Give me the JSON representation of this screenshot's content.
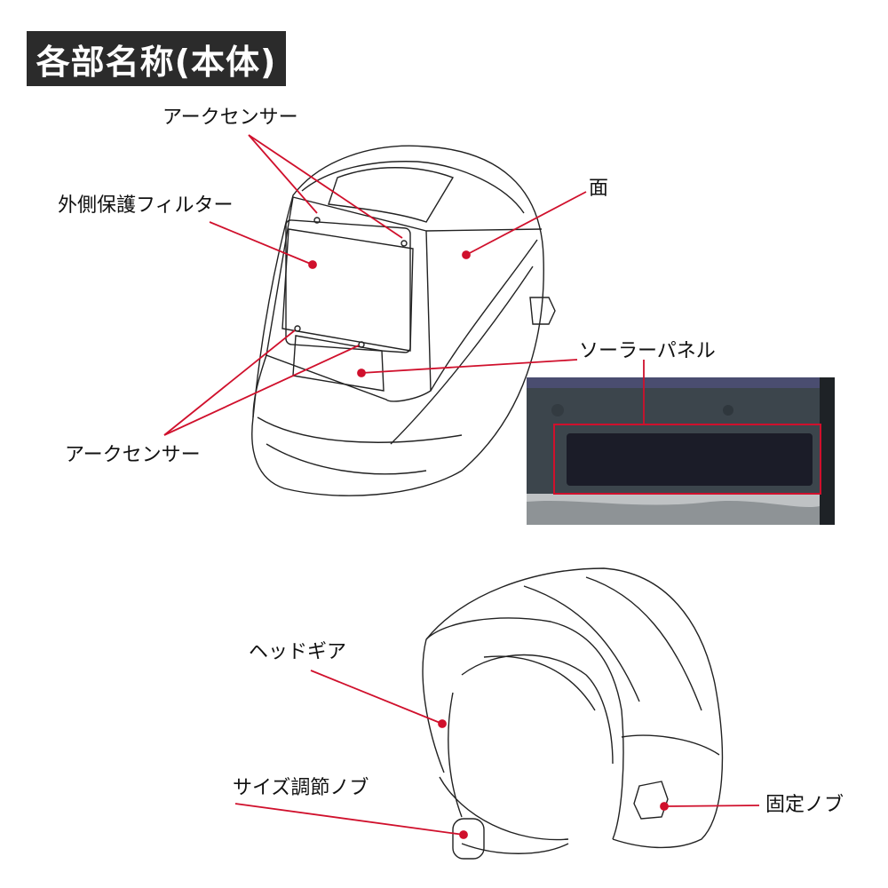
{
  "title": "各部名称(本体)",
  "labels": {
    "arc_sensor_top": "アークセンサー",
    "outer_filter": "外側保護フィルター",
    "shell": "面",
    "solar_panel": "ソーラーパネル",
    "arc_sensor_bottom": "アークセンサー",
    "headgear": "ヘッドギア",
    "size_knob": "サイズ調節ノブ",
    "fixing_knob": "固定ノブ"
  },
  "colors": {
    "leader": "#d0102c",
    "title_bg": "#2b2b2b"
  }
}
